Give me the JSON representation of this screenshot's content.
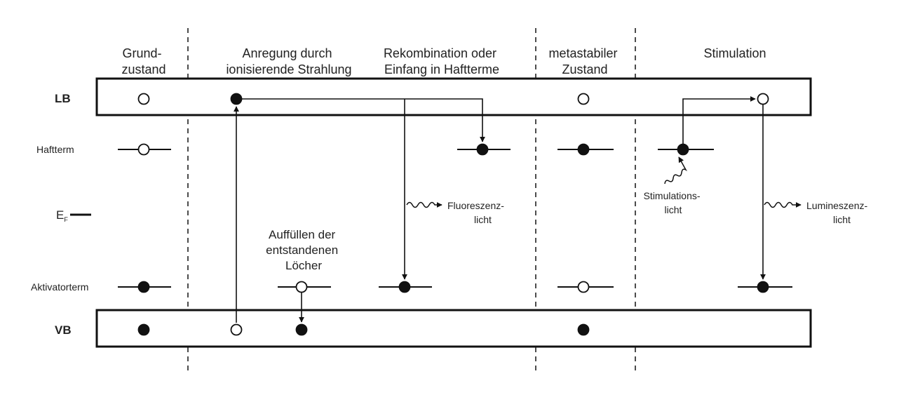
{
  "columns": {
    "ground": [
      "Grund-",
      "zustand"
    ],
    "excitation": [
      "Anregung durch",
      "ionisierende Strahlung"
    ],
    "recombination": [
      "Rekombination oder",
      "Einfang in Haftterme"
    ],
    "metastable": [
      "metastabiler",
      "Zustand"
    ],
    "stimulation": [
      "Stimulation"
    ]
  },
  "bands": {
    "conduction": "LB",
    "valence": "VB"
  },
  "levels": {
    "trap": "Haftterm",
    "fermi_main": "E",
    "fermi_sub": "F",
    "activator": "Aktivatorterm"
  },
  "annotations": {
    "fill_holes": [
      "Auffüllen der",
      "entstandenen",
      "Löcher"
    ],
    "fluorescence": [
      "Fluoreszenz-",
      "licht"
    ],
    "stimulation_light": [
      "Stimulations-",
      "licht"
    ],
    "luminescence": [
      "Lumineszenz-",
      "licht"
    ]
  }
}
